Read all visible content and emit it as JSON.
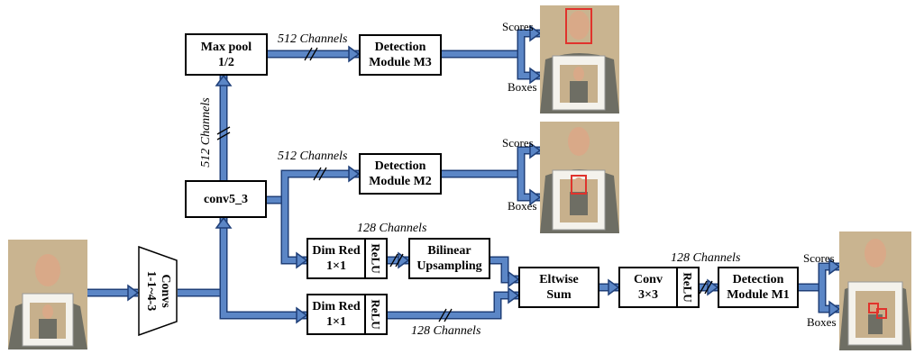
{
  "blocks": {
    "convs": "Convs\n1-1~4-3",
    "conv53": "conv5_3",
    "maxpool": "Max pool\n1/2",
    "det_m3": "Detection\nModule M3",
    "det_m2": "Detection\nModule M2",
    "det_m1": "Detection\nModule M1",
    "dimred_top": "Dim Red\n1×1",
    "dimred_bottom": "Dim Red\n1×1",
    "relu": "ReLU",
    "bilinear": "Bilinear\nUpsampling",
    "eltwise": "Eltwise\nSum",
    "conv3x3": "Conv\n3×3"
  },
  "channel_labels": {
    "vertical_512": "512 Channels",
    "m3_512": "512 Channels",
    "m2_512": "512 Channels",
    "top_128": "128 Channels",
    "bottom_128": "128 Channels",
    "m1_128": "128 Channels"
  },
  "outputs": {
    "scores": "Scores",
    "boxes": "Boxes"
  },
  "colors": {
    "arrow_fill": "#5B86C6",
    "arrow_stroke": "#1F3F78",
    "box_border": "#000000",
    "detection_box": "#E0332C",
    "photo_wall": "#C9B490",
    "shirt": "#6E6E64"
  }
}
